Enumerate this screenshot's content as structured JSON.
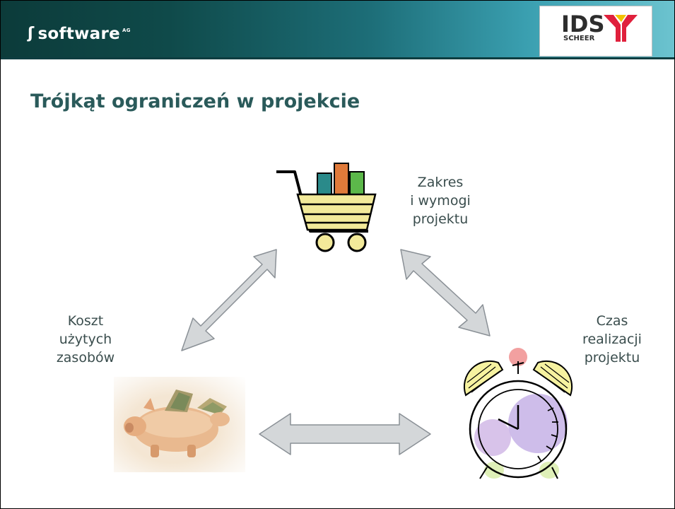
{
  "header": {
    "brand_left": "software",
    "brand_left_suffix": "AG",
    "brand_right": "IDS",
    "brand_right_sub": "SCHEER"
  },
  "slide": {
    "title": "Trójkąt ograniczeń w projekcie"
  },
  "labels": {
    "scope": [
      "Zakres",
      "i wymogi",
      "projektu"
    ],
    "cost": [
      "Koszt",
      "użytych",
      "zasobów"
    ],
    "time": [
      "Czas",
      "realizacji",
      "projektu"
    ]
  },
  "colors": {
    "header_dark": "#0c3b3a",
    "header_light": "#6cc3cf",
    "title": "#2a5a5a",
    "logo_red": "#e0203c",
    "logo_yellow": "#f2c200",
    "arrow_fill": "#d4d7d9",
    "arrow_stroke": "#8a9096",
    "cart_yellow": "#f3ea9a",
    "clock_purple": "#c9b6e8",
    "clock_yellow": "#f6f2a0"
  },
  "icons": {
    "cart": "shopping-cart-icon",
    "clock": "alarm-clock-icon",
    "piggy": "piggy-bank-image"
  }
}
